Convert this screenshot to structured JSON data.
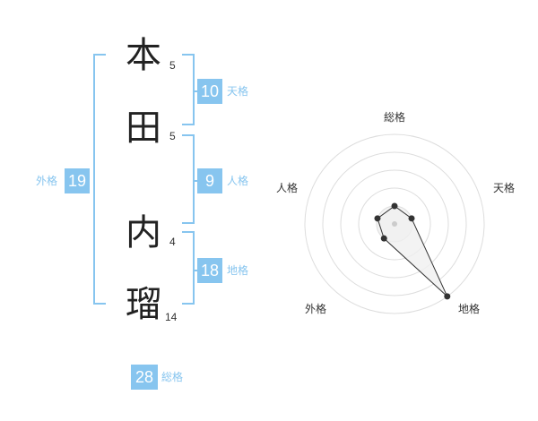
{
  "name": {
    "characters": [
      {
        "char": "本",
        "strokes": "5"
      },
      {
        "char": "田",
        "strokes": "5"
      },
      {
        "char": "内",
        "strokes": "4"
      },
      {
        "char": "瑠",
        "strokes": "14"
      }
    ]
  },
  "fortune": {
    "tenkaku": {
      "value": "10",
      "label": "天格"
    },
    "jinkaku": {
      "value": "9",
      "label": "人格"
    },
    "chikaku": {
      "value": "18",
      "label": "地格"
    },
    "gaikaku": {
      "value": "19",
      "label": "外格"
    },
    "soukaku": {
      "value": "28",
      "label": "総格"
    }
  },
  "chart_data": {
    "type": "radar",
    "axes": [
      "総格",
      "天格",
      "地格",
      "外格",
      "人格"
    ],
    "values": [
      1,
      1,
      5,
      1,
      1
    ],
    "max": 5,
    "rings": 5,
    "colors": {
      "ring": "#dddddd",
      "polygon": "#333333",
      "fill": "#f0f0f0",
      "point": "#333333"
    }
  },
  "colors": {
    "accent": "#87c5ef"
  }
}
